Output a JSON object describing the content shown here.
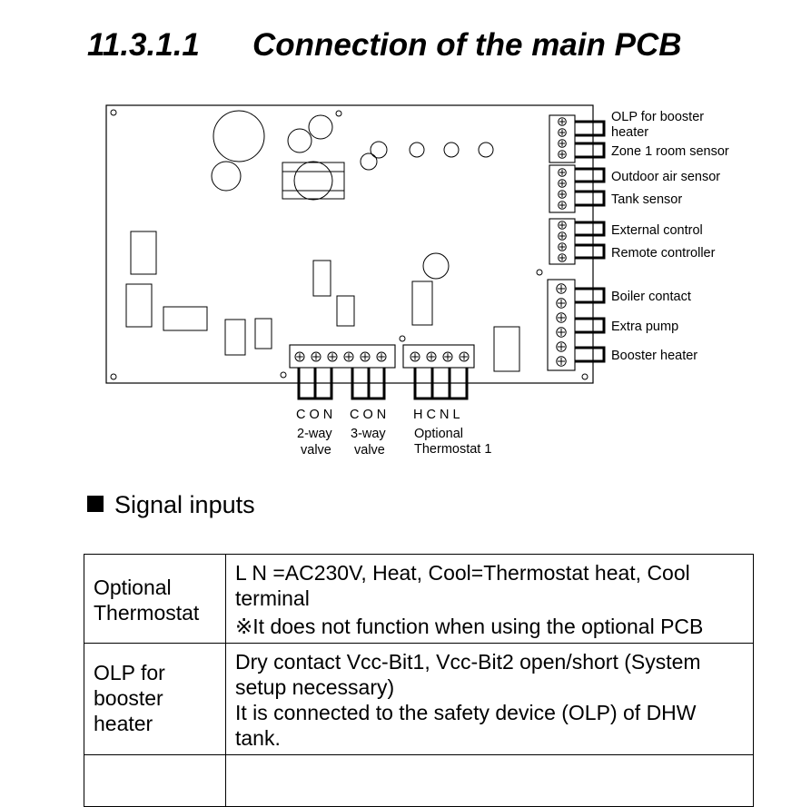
{
  "heading": {
    "number": "11.3.1.1",
    "title": "Connection of the main PCB"
  },
  "terminals_right": [
    {
      "line1": "OLP for booster",
      "line2": "heater"
    },
    {
      "line1": "Zone 1 room sensor"
    },
    {
      "line1": "Outdoor air sensor"
    },
    {
      "line1": "Tank sensor"
    },
    {
      "line1": "External control"
    },
    {
      "line1": "Remote controller"
    },
    {
      "line1": "Boiler contact"
    },
    {
      "line1": "Extra pump"
    },
    {
      "line1": "Booster heater"
    }
  ],
  "terminals_bottom": {
    "valve2": {
      "pins": "C O N",
      "line1": "2-way",
      "line2": "valve"
    },
    "valve3": {
      "pins": "C O N",
      "line1": "3-way",
      "line2": "valve"
    },
    "thermostat": {
      "pins": "H C N L",
      "line1": "Optional",
      "line2": "Thermostat 1"
    }
  },
  "signal_inputs": {
    "title": "Signal inputs",
    "rows": [
      {
        "name_lines": [
          "Optional",
          "Thermostat"
        ],
        "desc_lines": [
          "L N =AC230V, Heat, Cool=Thermostat heat, Cool",
          "terminal",
          "※It does not function when using the optional PCB"
        ]
      },
      {
        "name_lines": [
          "OLP for",
          "booster",
          "heater"
        ],
        "desc_lines": [
          "Dry contact Vcc-Bit1, Vcc-Bit2 open/short (System",
          "setup necessary)",
          "It is connected to the safety device (OLP) of DHW",
          "tank."
        ]
      },
      {
        "name_lines": [
          ""
        ],
        "desc_lines": [
          ""
        ]
      }
    ]
  }
}
